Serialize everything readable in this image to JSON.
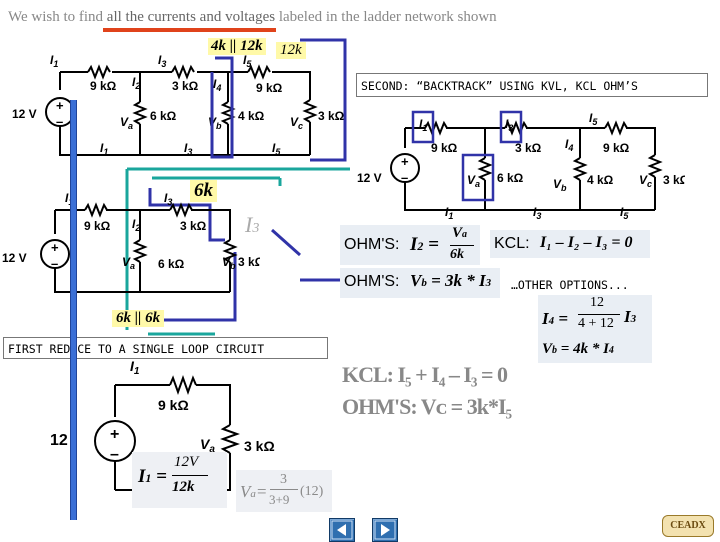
{
  "header": {
    "text_start": "We wish to find ",
    "text_highlight": "all the currents and voltages",
    "text_end": " labeled in the ladder network shown"
  },
  "labels": {
    "second_title": "SECOND: “BACKTRACK” USING KVL, KCL OHM’S",
    "other_options": "…OTHER OPTIONS...",
    "first_reduce": "FIRST REDUCE TO A SINGLE LOOP CIRCUIT",
    "par_4k_12k": "4k || 12k",
    "val_12k": "12k",
    "val_6k": "6k",
    "par_6k_6k": "6k || 6k",
    "i3_side": "I",
    "i3_side_sub": "3",
    "twelve": "12"
  },
  "circuit": {
    "source": "12 V",
    "plus": "+",
    "minus": "–",
    "r1": "9 kΩ",
    "r2": "6 kΩ",
    "r3": "3 kΩ",
    "r4": "4 kΩ",
    "r5": "9 kΩ",
    "r6": "3 kΩ",
    "i1": "I",
    "i2": "I",
    "i3": "I",
    "i4": "I",
    "i5": "I",
    "s1": "1",
    "s2": "2",
    "s3": "3",
    "s4": "4",
    "s5": "5",
    "va": "V",
    "vb": "V",
    "vc": "V",
    "sa": "a",
    "sb": "b",
    "sc": "c"
  },
  "equations": {
    "ohm_label": "OHM'S:",
    "kcl_label": "KCL:",
    "i2_lhs": "I",
    "i2_sub": "2",
    "eq": "=",
    "va_num": "V",
    "va_num_sub": "a",
    "six_k": "6k",
    "kcl_expr": "I₁ – I₂ – I₃ = 0",
    "vb_expr": "V",
    "vb_sub": "b",
    "vb_rhs": "= 3k * I",
    "vb_rhs_sub": "3",
    "i4_lhs": "I",
    "i4_sub": "4",
    "i4_num": "12",
    "i4_den": "4 + 12",
    "i4_rhs": "I",
    "i4_rhs_sub": "3",
    "vb2_lhs": "V",
    "vb2_sub": "b",
    "vb2_rhs": "= 4k * I",
    "vb2_rhs_sub": "4",
    "kcl2": "KCL: I₅ + I₄ – I₃ = 0",
    "ohm2": "OHM'S: Vᴄ = 3k*I₅",
    "i1_lhs": "I",
    "i1_sub": "1",
    "i1_num": "12V",
    "i1_den": "12k",
    "va_lhs": "V",
    "va_sub": "a",
    "va_eq": "=",
    "va_num2": "3",
    "va_den2": "3+9",
    "va_tail": "(12)"
  },
  "nav": {
    "back": "◀",
    "forward": "▶",
    "home": "CEADX"
  },
  "colors": {
    "highlight": "#e0431b",
    "blue_box": "#3033a8",
    "teal": "#1aa69c",
    "yellow": "#fff9a8"
  }
}
